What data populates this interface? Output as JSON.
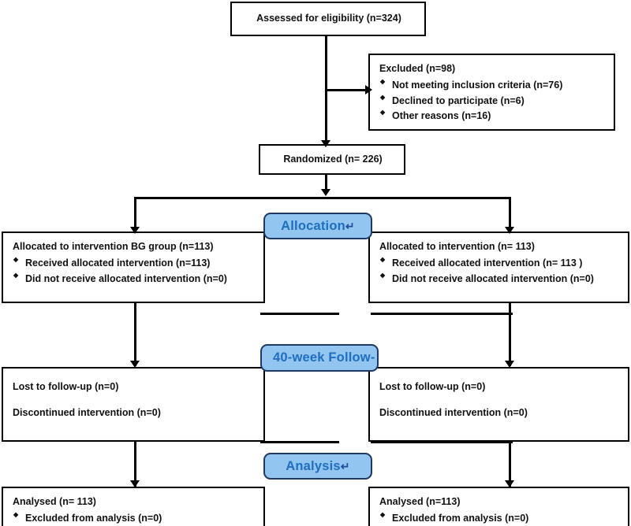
{
  "diagram": {
    "type": "CONSORT participant flow diagram",
    "pilcrow": "↵",
    "stage_fill": "#92c5f0",
    "stage_border": "#1f3864",
    "stage_text_color": "#1f6ec0",
    "box_border": "#000000",
    "connector_color": "#000000"
  },
  "enrollment": {
    "assessed": {
      "label": "Assessed for eligibility (n=324)"
    },
    "excluded": {
      "heading": "Excluded (n=98)",
      "reasons": [
        "Not meeting inclusion criteria (n=76)",
        "Declined to participate (n=6)",
        "Other reasons (n=16)"
      ]
    },
    "randomized": {
      "label": "Randomized (n= 226)"
    }
  },
  "stages": {
    "allocation": "Allocation",
    "follow_up": "40-week Follow-",
    "analysis": "Analysis"
  },
  "allocation": {
    "left": {
      "heading": "Allocated to intervention BG group (n=113)",
      "items": [
        "Received allocated intervention (n=113)",
        "Did not receive allocated intervention (n=0)"
      ]
    },
    "right": {
      "heading": "Allocated to intervention (n= 113)",
      "items": [
        "Received allocated intervention (n= 113 )",
        "Did not receive allocated intervention (n=0)"
      ]
    }
  },
  "follow_up": {
    "left": {
      "lost": "Lost to follow-up (n=0)",
      "discontinued": "Discontinued intervention (n=0)"
    },
    "right": {
      "lost": "Lost to follow-up (n=0)",
      "discontinued": "Discontinued intervention (n=0)"
    }
  },
  "analysis": {
    "left": {
      "heading": "Analysed (n= 113)",
      "items": [
        "Excluded from analysis (n=0)"
      ]
    },
    "right": {
      "heading": "Analysed (n=113)",
      "items": [
        "Excluded from analysis (n=0)"
      ]
    }
  }
}
